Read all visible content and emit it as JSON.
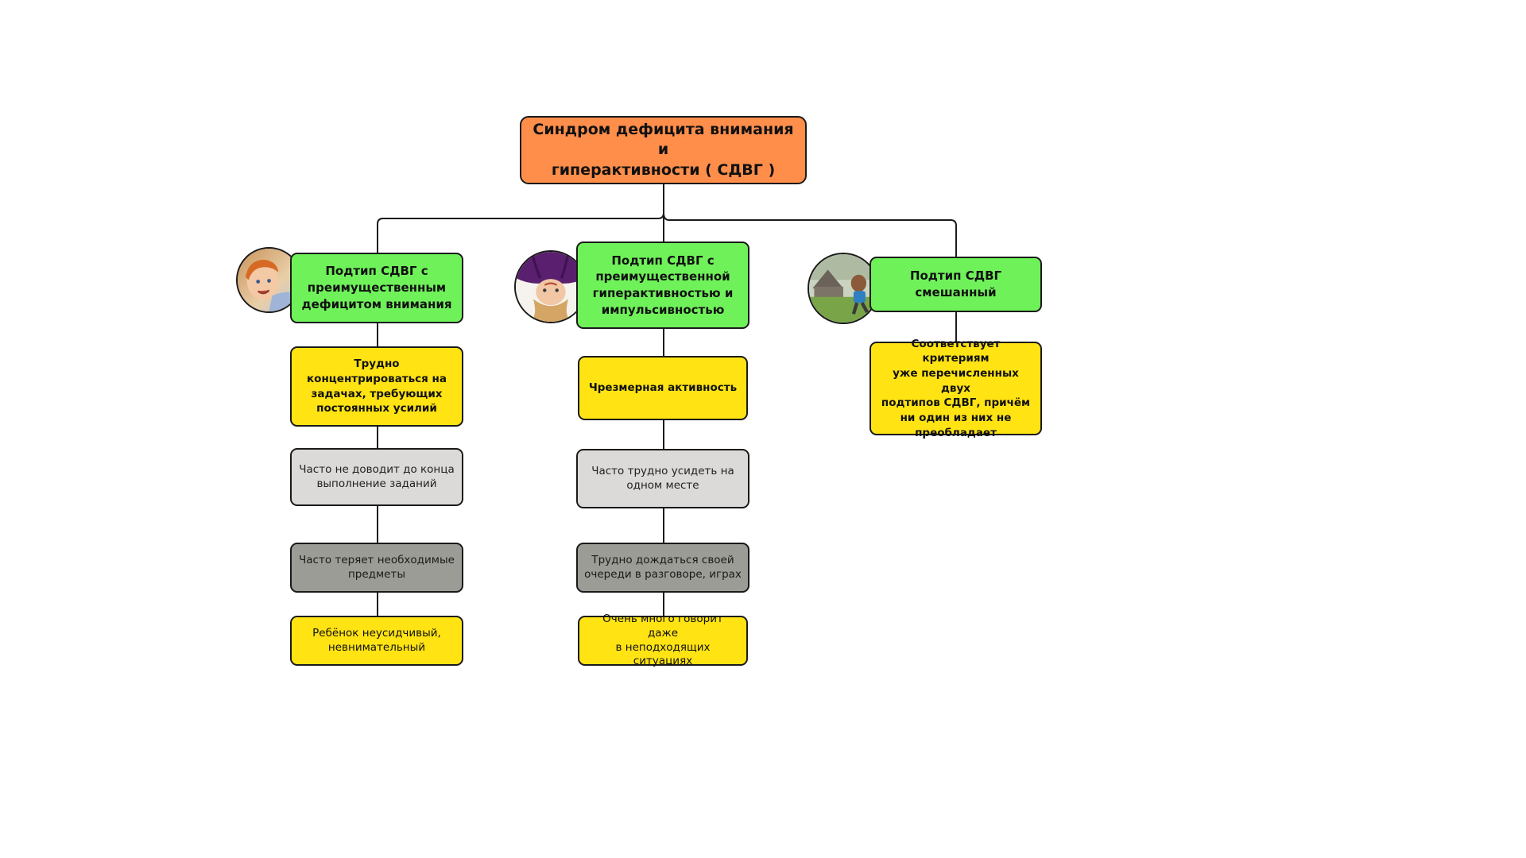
{
  "root": {
    "label": "Синдром дефицита внимания и\nгиперактивности ( СДВГ )"
  },
  "branches": [
    {
      "subtype": "Подтип СДВГ с\nпреимущественным\nдефицитом внимания",
      "image": "child-smiling-photo",
      "items": [
        "Трудно\nконцентрироваться на\nзадачах, требующих\nпостоянных усилий",
        "Часто не доводит до конца\nвыполнение заданий",
        "Часто теряет необходимые\nпредметы",
        "Ребёнок  неусидчивый,\nневнимательный"
      ]
    },
    {
      "subtype": "Подтип  СДВГ  с\nпреимущественной\nгиперактивностью и\nимпульсивностью",
      "image": "upside-down-child-photo",
      "items": [
        "Чрезмерная активность",
        "Часто трудно усидеть на\nодном месте",
        "Трудно дождаться своей\nочереди в разговоре, играх",
        "Очень много говорит даже\nв неподходящих ситуациях"
      ]
    },
    {
      "subtype": "Подтип  СДВГ\nсмешанный",
      "image": "running-child-photo",
      "items": [
        "Соответствует критериям\nуже перечисленных двух\nподтипов СДВГ, причём\nни один из них не\nпреобладает"
      ]
    }
  ],
  "colors": {
    "root": "#ff8e4a",
    "subtype": "#6ff15a",
    "highlight": "#ffe313",
    "light_gray": "#dcdad8",
    "dark_gray": "#9c9c96"
  }
}
